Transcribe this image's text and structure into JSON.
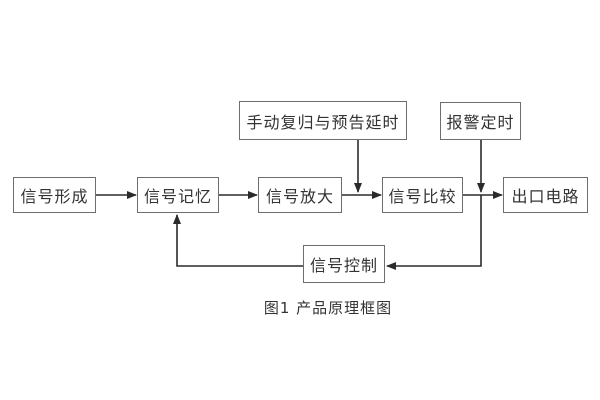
{
  "diagram": {
    "caption": "图1 产品原理框图",
    "nodes": {
      "signal_formation": {
        "label": "信号形成"
      },
      "signal_memory": {
        "label": "信号记忆"
      },
      "signal_amplification": {
        "label": "信号放大"
      },
      "signal_comparison": {
        "label": "信号比较"
      },
      "output_circuit": {
        "label": "出口电路"
      },
      "manual_reset_delay": {
        "label": "手动复归与预告延时"
      },
      "alarm_timing": {
        "label": "报警定时"
      },
      "signal_control": {
        "label": "信号控制"
      }
    },
    "flows": [
      "信号形成 → 信号记忆",
      "信号记忆 → 信号放大",
      "信号放大 → 信号比较",
      "信号比较 → 出口电路",
      "手动复归与预告延时 → (信号放大→信号比较)",
      "报警定时 → (信号比较→出口电路)",
      "信号比较 → 信号控制",
      "信号控制 → 信号记忆"
    ],
    "colors": {
      "background": "#ffffff",
      "box_border": "#6e6e6e",
      "line": "#2b2b2b",
      "text": "#333333"
    }
  }
}
